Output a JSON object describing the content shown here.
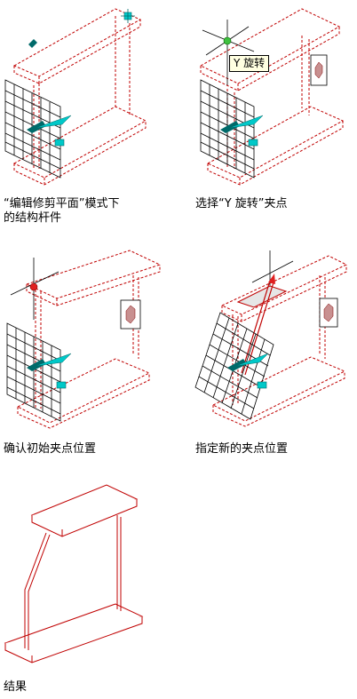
{
  "captions": {
    "panel1": "“编辑修剪平面”模式下\n的结构杆件",
    "panel2": "选择“Y 旋转”夹点",
    "panel3": "确认初始夹点位置",
    "panel4": "指定新的夹点位置",
    "panel5": "结果"
  },
  "tooltip": "Y 旋转",
  "colors": {
    "member_outline": "#c00000",
    "grid": "#000000",
    "grip": "#00c8c8",
    "grip_dark": "#006a6a",
    "grip_red": "#e02020",
    "tooltip_bg": "#ffffe1"
  },
  "icons": [
    "grip-square-icon",
    "rotation-grip-icon",
    "plane-grid-icon",
    "crosshair-icon"
  ]
}
